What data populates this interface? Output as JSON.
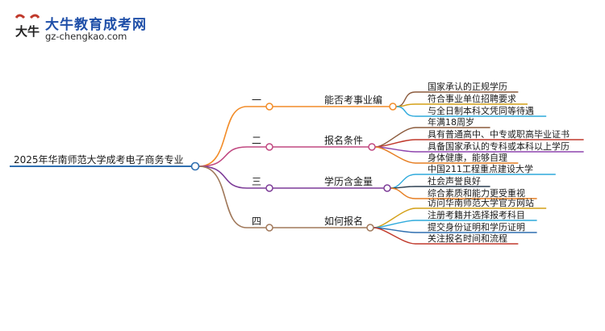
{
  "logo": {
    "title": "大牛教育成考网",
    "url": "gz-chengkao.com",
    "mark_text": "大牛"
  },
  "root": {
    "label": "2025年华南师范大学成考电子商务专业",
    "color": "#2f6fb0"
  },
  "branches": [
    {
      "number": "一",
      "label": "能否考事业编",
      "color": "#f28c28",
      "children": [
        {
          "label": "国家承认的正规学历",
          "color": "#8b5a3c"
        },
        {
          "label": "符合事业单位招聘要求",
          "color": "#d4a017"
        },
        {
          "label": "与全日制本科文凭同等待遇",
          "color": "#2eaadc"
        }
      ]
    },
    {
      "number": "二",
      "label": "报名条件",
      "color": "#c04880",
      "children": [
        {
          "label": "年满18周岁",
          "color": "#8b5a3c"
        },
        {
          "label": "具有普通高中、中专或职高毕业证书",
          "color": "#c0392b"
        },
        {
          "label": "具备国家承认的专科或本科以上学历",
          "color": "#8e44ad"
        },
        {
          "label": "身体健康，能够自理",
          "color": "#e67e22"
        }
      ]
    },
    {
      "number": "三",
      "label": "学历含金量",
      "color": "#7d3c98",
      "children": [
        {
          "label": "中国211工程重点建设大学",
          "color": "#2eaadc"
        },
        {
          "label": "社会声誉良好",
          "color": "#2c3e50"
        },
        {
          "label": "综合素质和能力更受重视",
          "color": "#e67e22"
        }
      ]
    },
    {
      "number": "四",
      "label": "如何报名",
      "color": "#a0785a",
      "children": [
        {
          "label": "访问华南师范大学官方网站",
          "color": "#d4a017"
        },
        {
          "label": "注册考籍并选择报考科目",
          "color": "#2eaadc"
        },
        {
          "label": "提交身份证明和学历证明",
          "color": "#2f6fb0"
        },
        {
          "label": "关注报名时间和流程",
          "color": "#c0392b"
        }
      ]
    }
  ]
}
